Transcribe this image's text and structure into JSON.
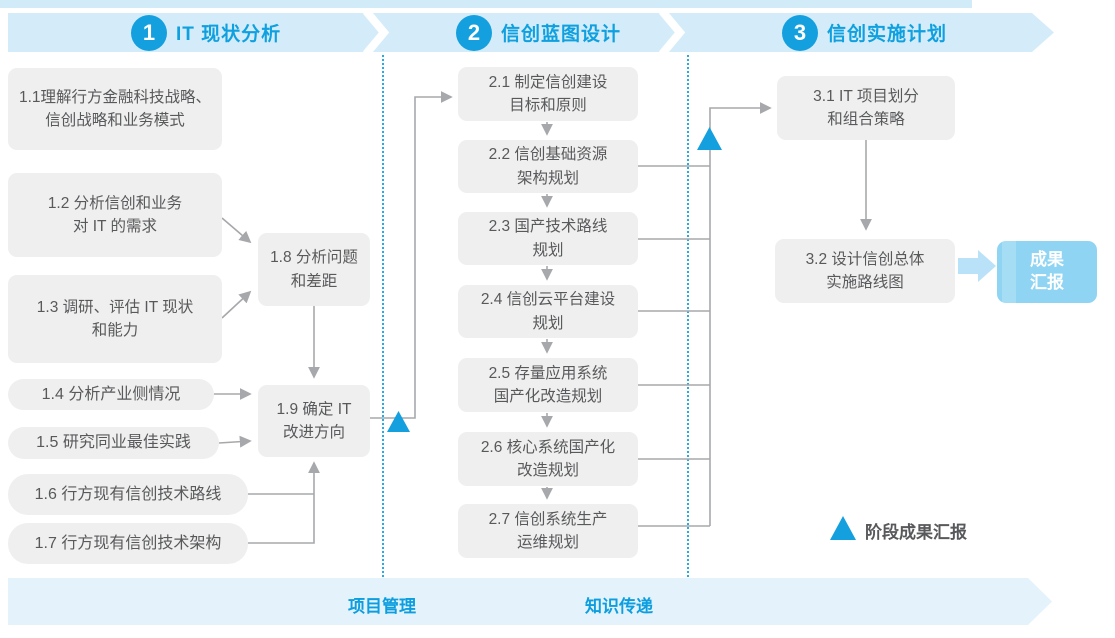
{
  "phases": [
    {
      "number": "1",
      "title": "IT 现状分析"
    },
    {
      "number": "2",
      "title": "信创蓝图设计"
    },
    {
      "number": "3",
      "title": "信创实施计划"
    }
  ],
  "phase1": {
    "b11": {
      "lines": [
        "1.1理解行方金融科技战略、",
        "信创战略和业务模式"
      ]
    },
    "b12": {
      "lines": [
        "1.2 分析信创和业务",
        "对 IT 的需求"
      ]
    },
    "b13": {
      "lines": [
        "1.3 调研、评估 IT 现状",
        "和能力"
      ]
    },
    "b14": {
      "lines": [
        "1.4 分析产业侧情况"
      ]
    },
    "b15": {
      "lines": [
        "1.5 研究同业最佳实践"
      ]
    },
    "b16": {
      "lines": [
        "1.6 行方现有信创技术路线"
      ]
    },
    "b17": {
      "lines": [
        "1.7 行方现有信创技术架构"
      ]
    },
    "b18": {
      "lines": [
        "1.8 分析问题",
        "和差距"
      ]
    },
    "b19": {
      "lines": [
        "1.9 确定 IT",
        "改进方向"
      ]
    }
  },
  "phase2": {
    "b21": {
      "lines": [
        "2.1 制定信创建设",
        "目标和原则"
      ]
    },
    "b22": {
      "lines": [
        "2.2 信创基础资源",
        "架构规划"
      ]
    },
    "b23": {
      "lines": [
        "2.3 国产技术路线",
        "规划"
      ]
    },
    "b24": {
      "lines": [
        "2.4 信创云平台建设",
        "规划"
      ]
    },
    "b25": {
      "lines": [
        "2.5 存量应用系统",
        "国产化改造规划"
      ]
    },
    "b26": {
      "lines": [
        "2.6 核心系统国产化",
        "改造规划"
      ]
    },
    "b27": {
      "lines": [
        "2.7 信创系统生产",
        "运维规划"
      ]
    }
  },
  "phase3": {
    "b31": {
      "lines": [
        "3.1 IT 项目划分",
        "和组合策略"
      ]
    },
    "b32": {
      "lines": [
        "3.2 设计信创总体",
        "实施路线图"
      ]
    }
  },
  "result_box": {
    "lines": [
      "成果",
      "汇报"
    ]
  },
  "footer": {
    "items": [
      "项目管理",
      "知识传递"
    ]
  },
  "legend": {
    "label": "阶段成果汇报"
  },
  "colors": {
    "accent_blue": "#14a0df",
    "banner_bg": "#d4ecf9",
    "footer_bg": "#e4f2fb",
    "box_bg": "#efefef",
    "box_text": "#58595b",
    "connector_gray": "#a6a8ab",
    "result_box_bg": "#8fd4f2",
    "dotted_divider": "#29abe2"
  }
}
